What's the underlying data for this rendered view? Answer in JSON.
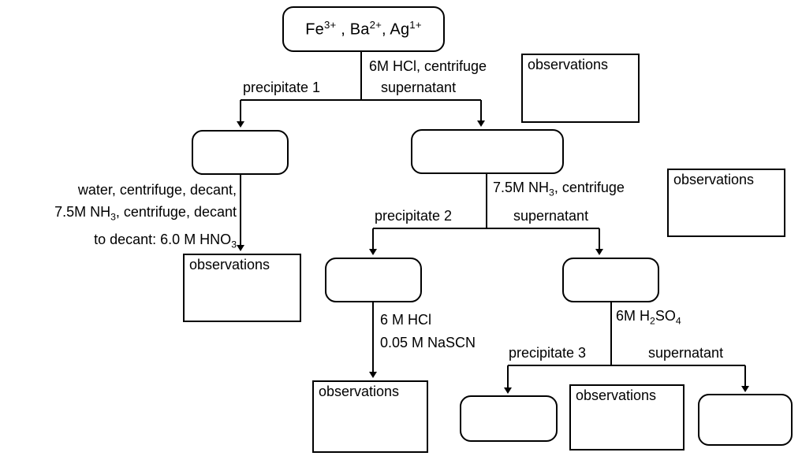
{
  "diagram": {
    "title_box": {
      "text_html": "Fe<sup>3+</sup> , Ba<sup>2+</sup>, Ag<sup>1+</sup>",
      "text_plain": "Fe3+ , Ba2+, Ag1+"
    },
    "observation_label": "observations",
    "edge_labels": {
      "hcl_centrifuge": "6M HCl, centrifuge",
      "precipitate_1": "precipitate 1",
      "supernatant_1": "supernatant",
      "nh3_centrifuge_html": "7.5M NH<sub>3</sub>, centrifuge",
      "nh3_centrifuge_plain": "7.5M NH3, centrifuge",
      "precipitate_2": "precipitate 2",
      "supernatant_2": "supernatant",
      "hcl_6m": "6 M HCl",
      "nascn": "0.05 M NaSCN",
      "h2so4_html": "6M H<sub>2</sub>SO<sub>4</sub>",
      "h2so4_plain": "6M H2SO4",
      "precipitate_3": "precipitate 3",
      "supernatant_3": "supernatant"
    },
    "left_procedure": {
      "line1": "water, centrifuge, decant,",
      "line2_html": "7.5M NH<sub>3</sub>, centrifuge, decant",
      "line2_plain": "7.5M NH3, centrifuge, decant",
      "line3_html": "to decant:  6.0 M HNO<sub>3</sub>",
      "line3_plain": "to decant:  6.0 M HNO3"
    },
    "colors": {
      "stroke": "#000000",
      "background": "#ffffff",
      "text": "#000000"
    },
    "observation_boxes": [
      {
        "id": "obs-top-right",
        "label": "observations"
      },
      {
        "id": "obs-mid-right",
        "label": "observations"
      },
      {
        "id": "obs-left",
        "label": "observations"
      },
      {
        "id": "obs-center-bottom",
        "label": "observations"
      },
      {
        "id": "obs-bottom-right",
        "label": "observations"
      }
    ],
    "empty_nodes": [
      {
        "id": "node-precip1"
      },
      {
        "id": "node-super1"
      },
      {
        "id": "node-precip2"
      },
      {
        "id": "node-super2"
      },
      {
        "id": "node-precip3"
      },
      {
        "id": "node-super3"
      }
    ]
  }
}
